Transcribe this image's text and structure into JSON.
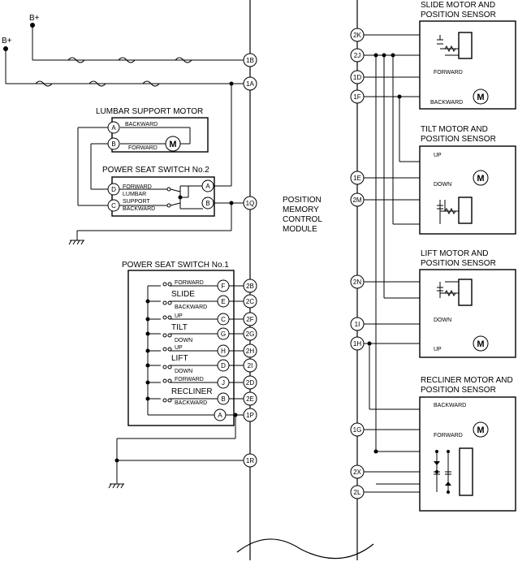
{
  "power": {
    "bplus_1": "B+",
    "bplus_2": "B+"
  },
  "module": {
    "title_lines": [
      "POSITION",
      "MEMORY",
      "CONTROL",
      "MODULE"
    ]
  },
  "left_pins": [
    "1B",
    "1A",
    "1Q",
    "2B",
    "2C",
    "2F",
    "2G",
    "2H",
    "2I",
    "2D",
    "2E",
    "1P",
    "1R"
  ],
  "right_pins": [
    "2K",
    "2J",
    "1D",
    "1F",
    "1E",
    "2M",
    "2N",
    "1I",
    "1H",
    "1G",
    "2X",
    "2L"
  ],
  "lumbar_motor": {
    "title": "LUMBAR SUPPORT MOTOR",
    "pins": [
      "A",
      "B"
    ],
    "labels": [
      "BACKWARD",
      "FORWARD"
    ],
    "motor_symbol": "M"
  },
  "switch2": {
    "title": "POWER SEAT SWITCH No.2",
    "pins": [
      "D",
      "C",
      "A",
      "B"
    ],
    "labels": [
      "FORWARD",
      "LUMBAR",
      "SUPPORT",
      "BACKWARD"
    ]
  },
  "switch1": {
    "title": "POWER SEAT SWITCH No.1",
    "pins": [
      "F",
      "E",
      "C",
      "G",
      "H",
      "D",
      "J",
      "B",
      "A"
    ],
    "groups": [
      "SLIDE",
      "TILT",
      "LIFT",
      "RECLINER"
    ],
    "small_labels": [
      "FORWARD",
      "BACKWARD",
      "UP",
      "DOWN",
      "UP",
      "DOWN",
      "FORWARD",
      "BACKWARD"
    ]
  },
  "slide": {
    "title_lines": [
      "SLIDE MOTOR AND",
      "POSITION SENSOR"
    ],
    "labels": [
      "FORWARD",
      "BACKWARD"
    ]
  },
  "tilt": {
    "title_lines": [
      "TILT MOTOR AND",
      "POSITION SENSOR"
    ],
    "labels": [
      "UP",
      "DOWN"
    ]
  },
  "lift": {
    "title_lines": [
      "LIFT MOTOR AND",
      "POSITION SENSOR"
    ],
    "labels": [
      "DOWN",
      "UP"
    ]
  },
  "recliner": {
    "title_lines": [
      "RECLINER MOTOR AND",
      "POSITION SENSOR"
    ],
    "labels": [
      "BACKWARD",
      "FORWARD"
    ]
  },
  "motor_symbol": "M"
}
